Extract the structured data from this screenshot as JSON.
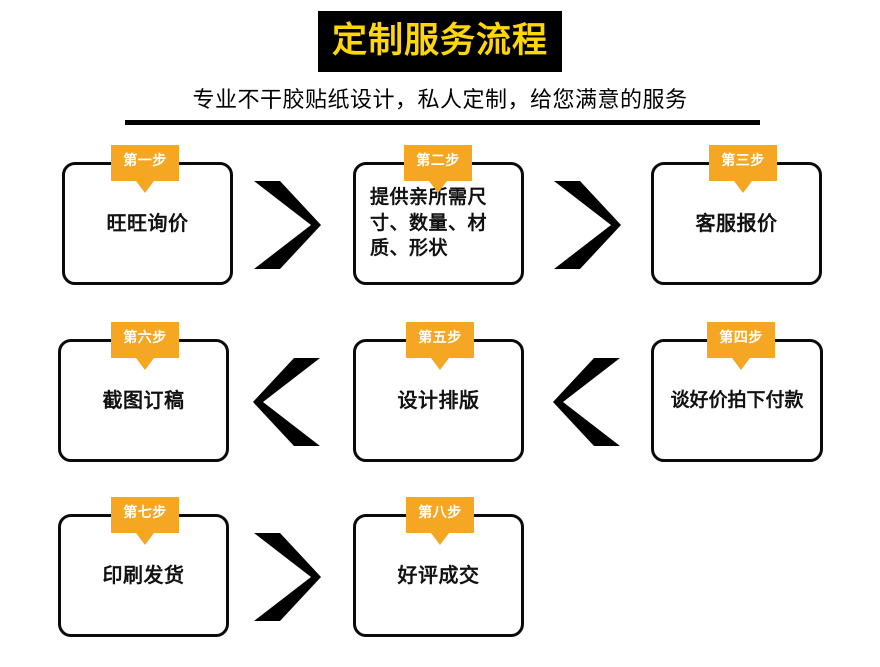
{
  "header": {
    "title": "定制服务流程",
    "subtitle": "专业不干胶贴纸设计，私人定制，给您满意的服务",
    "title_bg_color": "#000000",
    "title_text_color": "#FFD60A",
    "divider_color": "#000000"
  },
  "theme": {
    "tab_color": "#F5A623",
    "tab_text_color": "#FFFFFF",
    "box_border_color": "#0A0A0A",
    "arrow_color": "#000000",
    "background": "#FFFFFF"
  },
  "flow": {
    "rows": [
      {
        "direction": "right",
        "steps": [
          {
            "tab": "第一步",
            "label": "旺旺询价"
          },
          {
            "tab": "第二步",
            "label": "提供亲所需尺寸、数量、材质、形状"
          },
          {
            "tab": "第三步",
            "label": "客服报价"
          }
        ],
        "arrows": [
          {
            "name": "chevron-right-icon"
          },
          {
            "name": "chevron-right-icon"
          }
        ]
      },
      {
        "direction": "left",
        "steps": [
          {
            "tab": "第六步",
            "label": "截图订稿"
          },
          {
            "tab": "第五步",
            "label": "设计排版"
          },
          {
            "tab": "第四步",
            "label": "谈好价拍下付款"
          }
        ],
        "arrows": [
          {
            "name": "chevron-left-icon"
          },
          {
            "name": "chevron-left-icon"
          }
        ]
      },
      {
        "direction": "right",
        "steps": [
          {
            "tab": "第七步",
            "label": "印刷发货"
          },
          {
            "tab": "第八步",
            "label": "好评成交"
          }
        ],
        "arrows": [
          {
            "name": "chevron-right-icon"
          }
        ]
      }
    ]
  }
}
